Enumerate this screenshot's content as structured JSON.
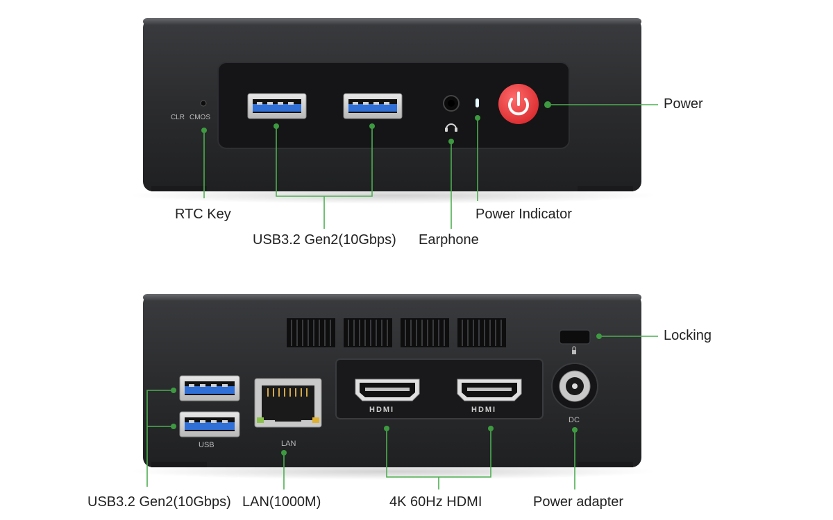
{
  "front_panel": {
    "port_labels": {
      "clr": "CLR",
      "cmos": "CMOS"
    },
    "callouts": {
      "power": "Power",
      "rtc_key": "RTC Key",
      "usb": "USB3.2 Gen2(10Gbps)",
      "power_indicator": "Power Indicator",
      "earphone": "Earphone"
    }
  },
  "rear_panel": {
    "port_labels": {
      "usb": "USB",
      "lan": "LAN",
      "hdmi_1": "HDMI",
      "hdmi_2": "HDMI",
      "dc": "DC"
    },
    "callouts": {
      "locking": "Locking",
      "usb": "USB3.2 Gen2(10Gbps)",
      "lan": "LAN(1000M)",
      "hdmi": "4K 60Hz HDMI",
      "power_adapter": "Power adapter"
    }
  },
  "colors": {
    "leader_line": "#4caf50",
    "leader_dot": "#3d9a40",
    "chassis": "#2e2f31",
    "chassis_edge": "#4a4b4e",
    "power_button": "#e5383b",
    "usb_tongue": "#2f6fd6",
    "lan_led": "#8bc34a"
  },
  "icons": {
    "power_button_symbol": "power-icon",
    "earphone_symbol": "headphones-icon",
    "lock_symbol": "lock-icon"
  }
}
